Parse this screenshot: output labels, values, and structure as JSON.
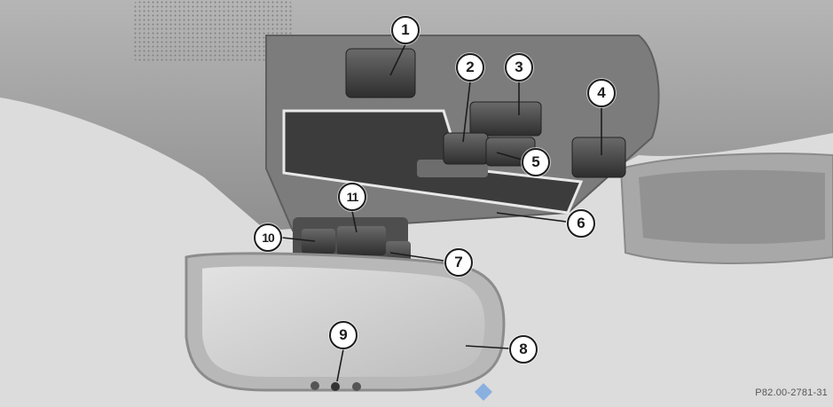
{
  "figure": {
    "callouts": [
      {
        "id": "1",
        "label": "1"
      },
      {
        "id": "2",
        "label": "2"
      },
      {
        "id": "3",
        "label": "3"
      },
      {
        "id": "4",
        "label": "4"
      },
      {
        "id": "5",
        "label": "5"
      },
      {
        "id": "6",
        "label": "6"
      },
      {
        "id": "7",
        "label": "7"
      },
      {
        "id": "8",
        "label": "8"
      },
      {
        "id": "9",
        "label": "9"
      },
      {
        "id": "10",
        "label": "10"
      },
      {
        "id": "11",
        "label": "11"
      }
    ],
    "image_code": "P82.00-2781-31"
  },
  "colors": {
    "headliner": "#9a9a9a",
    "windshield": "#d9d9d9",
    "console": "#4a4a4a",
    "mirror_glass": "#cfcfcf",
    "callout_border": "#1c1c1c"
  }
}
